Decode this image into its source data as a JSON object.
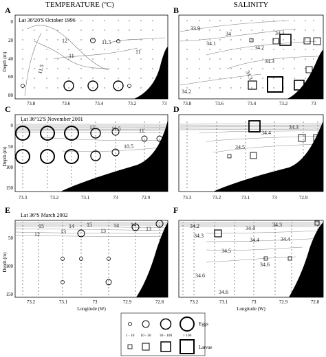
{
  "headers": {
    "temperature": "TEMPERATURE (ºC)",
    "salinity": "SALINITY"
  },
  "panels": [
    {
      "letter": "A",
      "caption": "Lat 36º20'S October 1996",
      "ylabel": "Depth (m)",
      "yticks": [
        "0",
        "20",
        "40",
        "60",
        "80"
      ],
      "xticks": [
        "73.8",
        "73.6",
        "73.4",
        "73.2",
        "73"
      ],
      "contour_labels": [
        "12",
        "11.5",
        "11",
        "11",
        "11.5"
      ]
    },
    {
      "letter": "B",
      "caption": "",
      "xticks": [
        "73.8",
        "73.6",
        "73.4",
        "73.2",
        "73"
      ],
      "contour_labels": [
        "33.9",
        "34",
        "34.1",
        "34.1",
        "34.2",
        "34.3",
        "34.3",
        "34.2"
      ]
    },
    {
      "letter": "C",
      "caption": "Lat 36º12'S November 2001",
      "ylabel": "Depth (m)",
      "yticks": [
        "0",
        "50",
        "100",
        "150"
      ],
      "xticks": [
        "73.3",
        "73.2",
        "73.1",
        "73",
        "72.9"
      ],
      "contour_labels": [
        "12",
        "11.5",
        "11",
        "10.5"
      ]
    },
    {
      "letter": "D",
      "caption": "",
      "xticks": [
        "73.3",
        "73.2",
        "73.1",
        "73",
        "72.9"
      ],
      "contour_labels": [
        "34.3",
        "34.4",
        "34.5"
      ]
    },
    {
      "letter": "E",
      "caption": "Lat 36ºS March 2002",
      "ylabel": "Depth (m)",
      "yticks": [
        "50",
        "100",
        "150"
      ],
      "xticks": [
        "73.2",
        "73.1",
        "73",
        "72.9",
        "72.8"
      ],
      "xlabel": "Longitude (W)",
      "contour_labels": [
        "15",
        "14",
        "15",
        "14",
        "13",
        "12",
        "13",
        "13",
        "14"
      ]
    },
    {
      "letter": "F",
      "caption": "",
      "xticks": [
        "73.2",
        "73.1",
        "73",
        "72.9",
        "72.8"
      ],
      "xlabel": "Longitude (W)",
      "contour_labels": [
        "34.2",
        "34.3",
        "34.4",
        "34.3",
        "34.4",
        "34.4",
        "34.5",
        "34.6",
        "34.6",
        "34.6"
      ]
    }
  ],
  "legend": {
    "eggs": "Eggs",
    "larvae": "Larvae",
    "classes": [
      "1 - 10",
      "10 - 30",
      "30 - 100",
      "> 100"
    ]
  }
}
